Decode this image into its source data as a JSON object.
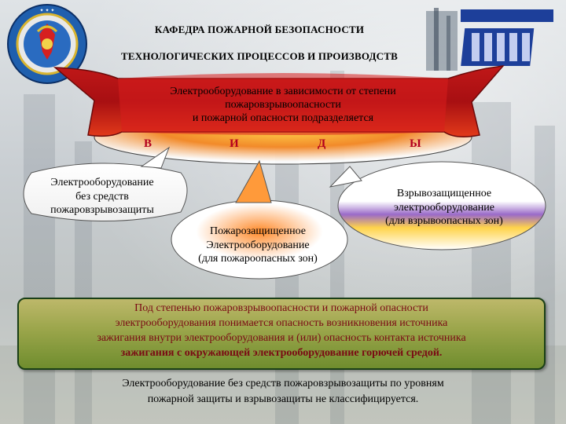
{
  "header": {
    "title_line1": "КАФЕДРА ПОЖАРНОЙ БЕЗОПАСНОСТИ",
    "title_line2": "ТЕХНОЛОГИЧЕСКИХ ПРОЦЕССОВ И ПРОИЗВОДСТВ"
  },
  "banner": {
    "line1": "Электрооборудование в зависимости от степени",
    "line2": "пожаровзрывоопасности",
    "line3": "и пожарной опасности подразделяется",
    "letters": [
      "В",
      "И",
      "Д",
      "Ы"
    ]
  },
  "categories": {
    "cat1": [
      "Электрооборудование",
      "без средств",
      "пожаровзрывозащиты"
    ],
    "cat2": [
      "Пожарозащищенное",
      "Электрооборудование",
      "(для пожароопасных зон)"
    ],
    "cat3": [
      "Взрывозащищенное",
      "электрооборудование",
      "(для взрывоопасных зон)"
    ]
  },
  "definition": {
    "line1": "Под степенью пожаровзрывоопасности и пожарной опасности",
    "line2": "электрооборудования понимается опасность возникновения источника",
    "line3": "зажигания  внутри электрооборудования и (или) опасность контакта источника",
    "line4": "зажигания с окружающей электрооборудование горючей средой."
  },
  "footer": {
    "line1": "Электрооборудование без средств пожаровзрывозащиты по уровням",
    "line2": "пожарной защиты и взрывозащиты не классифицируется."
  },
  "colors": {
    "banner_red": "#b01818",
    "letters": "#b3001e",
    "definition_text": "#7a0a14",
    "definition_box": "#9aa54a",
    "emblem_blue": "#1f5fae"
  },
  "icons": {
    "emblem": "university-emblem-icon",
    "logo": "department-logo-icon"
  }
}
